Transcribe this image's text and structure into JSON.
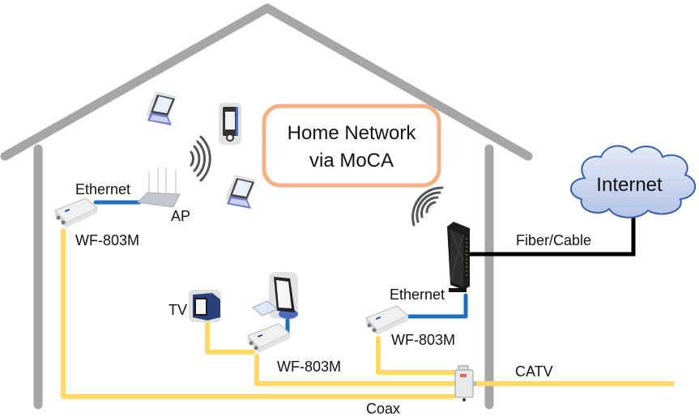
{
  "title": {
    "line1": "Home Network",
    "line2": "via MoCA"
  },
  "cloud_label": "Internet",
  "labels": {
    "ethernet_ap": "Ethernet",
    "ap": "AP",
    "adapter_1": "WF-803M",
    "tv": "TV",
    "adapter_2": "WF-803M",
    "ethernet_router": "Ethernet",
    "adapter_3": "WF-803M",
    "fiber_cable": "Fiber/Cable",
    "catv": "CATV",
    "coax": "Coax"
  },
  "colors": {
    "house": "#a6a6a6",
    "coax": "#ffd966",
    "ethernet": "#1f6fbf",
    "fiber": "#000000",
    "title_border": "#f4b183",
    "cloud_fill": "#c5d3ee",
    "cloud_stroke": "#3a5fa8"
  }
}
